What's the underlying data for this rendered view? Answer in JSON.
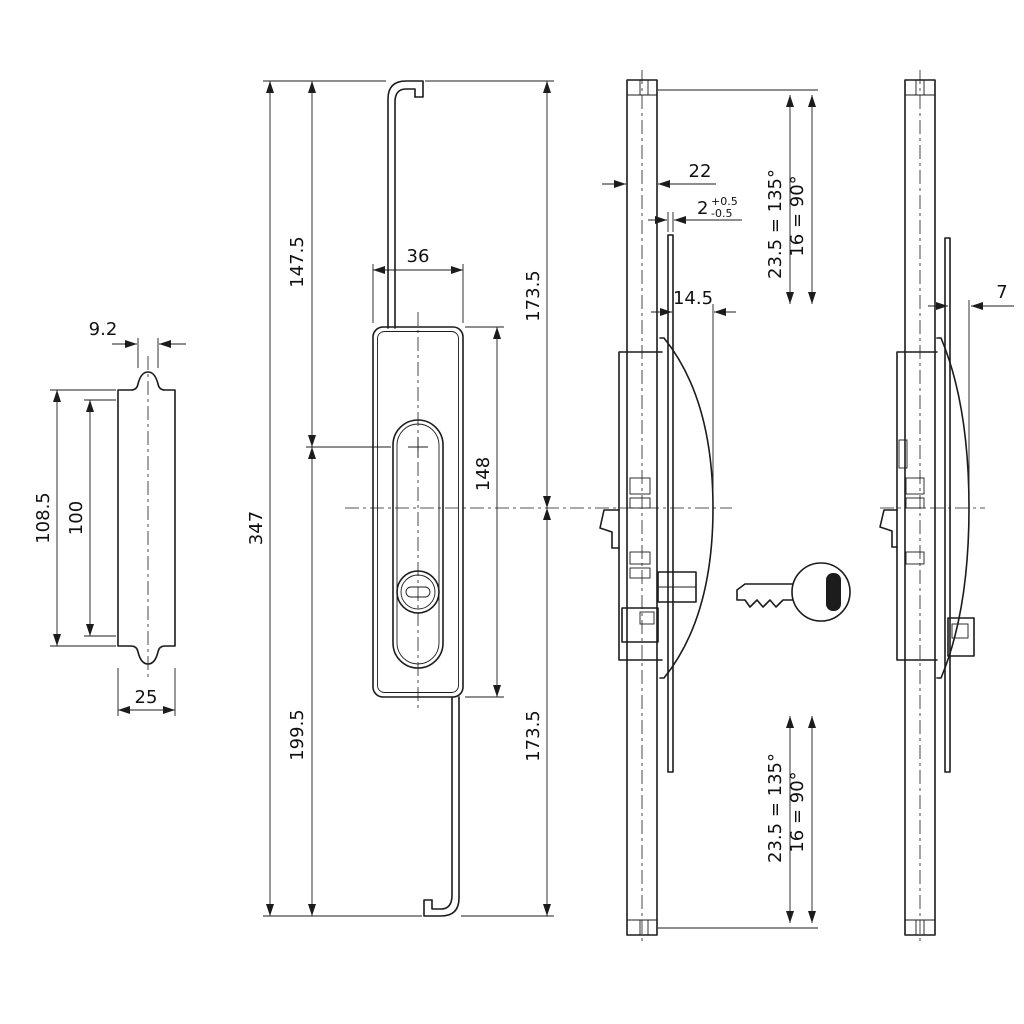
{
  "colors": {
    "background": "#ffffff",
    "line": "#1c1c1c"
  },
  "dims": {
    "plate_tab_width": "9.2",
    "plate_outer_height": "108.5",
    "plate_inner_height": "100",
    "plate_width": "25",
    "rod_top_to_slot": "147.5",
    "housing_width": "36",
    "total_length": "347",
    "slot_to_rod_bottom": "199.5",
    "top_to_center": "173.5",
    "housing_height": "148",
    "center_to_bottom": "173.5",
    "bar_depth": "22",
    "strip_thickness": "2",
    "strip_tol_plus": "+0.5",
    "strip_tol_minus": "-0.5",
    "housing_offset": "14.5",
    "travel_135_top": "23.5 = 135°",
    "travel_90_top": "16 = 90°",
    "travel_135_bottom": "23.5 = 135°",
    "travel_90_bottom": "16 = 90°",
    "strip_offset": "7"
  }
}
